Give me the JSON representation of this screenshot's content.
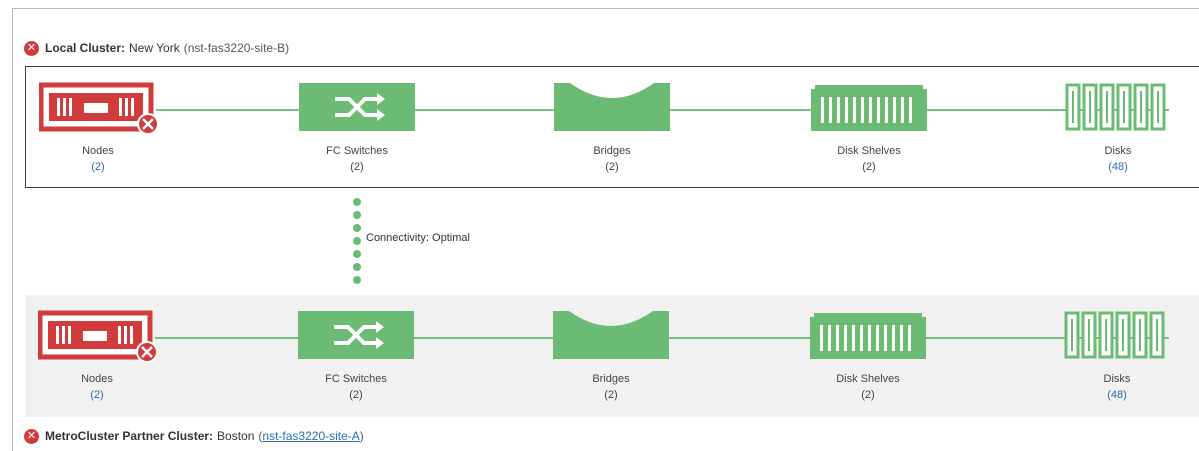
{
  "local_cluster": {
    "label": "Local Cluster:",
    "city": "New York",
    "host_text": "(nst-fas3220-site-B)",
    "components": [
      {
        "name": "Nodes",
        "count": "(2)",
        "icon": "node-error-icon"
      },
      {
        "name": "FC Switches",
        "count": "(2)",
        "icon": "fc-switch-icon"
      },
      {
        "name": "Bridges",
        "count": "(2)",
        "icon": "bridge-icon"
      },
      {
        "name": "Disk Shelves",
        "count": "(2)",
        "icon": "disk-shelf-icon"
      },
      {
        "name": "Disks",
        "count": "(48)",
        "icon": "disks-icon"
      }
    ]
  },
  "connectivity": {
    "label": "Connectivity: Optimal"
  },
  "partner_cluster": {
    "label": "MetroCluster Partner Cluster:",
    "city": "Boston",
    "host_open": "(",
    "host_link": "nst-fas3220-site-A",
    "host_close": ")",
    "components": [
      {
        "name": "Nodes",
        "count": "(2)",
        "icon": "node-error-icon"
      },
      {
        "name": "FC Switches",
        "count": "(2)",
        "icon": "fc-switch-icon"
      },
      {
        "name": "Bridges",
        "count": "(2)",
        "icon": "bridge-icon"
      },
      {
        "name": "Disk Shelves",
        "count": "(2)",
        "icon": "disk-shelf-icon"
      },
      {
        "name": "Disks",
        "count": "(48)",
        "icon": "disks-icon"
      }
    ]
  },
  "colors": {
    "error_red": "#d23b3b",
    "component_green": "#6cbb74",
    "link_blue": "#2a6db0"
  }
}
